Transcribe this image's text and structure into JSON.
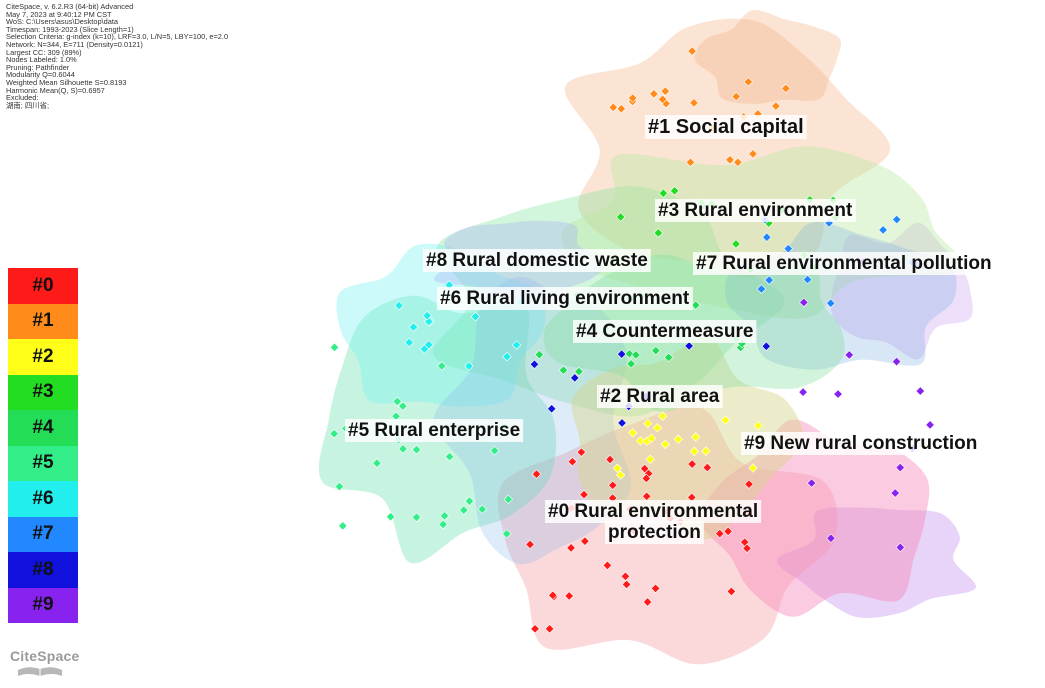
{
  "header_info": [
    "CiteSpace, v. 6.2.R3 (64-bit) Advanced",
    "May 7, 2023 at 9:40:12 PM CST",
    "WoS: C:\\Users\\asus\\Desktop\\data",
    "Timespan: 1993-2023 (Slice Length=1)",
    "Selection Criteria: g-index (k=10), LRF=3.0, L/N=5, LBY=100, e=2.0",
    "Network: N=344, E=711 (Density=0.0121)",
    "Largest CC: 309 (89%)",
    "Nodes Labeled: 1.0%",
    "Pruning: Pathfinder",
    "Modularity Q=0.6044",
    "Weighted Mean Silhouette S=0.8193",
    "Harmonic Mean(Q, S)=0.6957",
    "Excluded:",
    "   湖南; 四川省;"
  ],
  "legend": [
    {
      "label": "#0",
      "color": "#ff1a1a"
    },
    {
      "label": "#1",
      "color": "#ff8c1a"
    },
    {
      "label": "#2",
      "color": "#ffff1a"
    },
    {
      "label": "#3",
      "color": "#22dd22"
    },
    {
      "label": "#4",
      "color": "#22dd55"
    },
    {
      "label": "#5",
      "color": "#33ee88"
    },
    {
      "label": "#6",
      "color": "#22eeee"
    },
    {
      "label": "#7",
      "color": "#2288ff"
    },
    {
      "label": "#8",
      "color": "#1111dd"
    },
    {
      "label": "#9",
      "color": "#8822ee"
    }
  ],
  "logo_text": "CiteSpace",
  "clusters": [
    {
      "id": 0,
      "lines": [
        "#0 Rural environmental",
        "protection"
      ]
    },
    {
      "id": 1,
      "lines": [
        "#1 Social capital"
      ]
    },
    {
      "id": 2,
      "lines": [
        "#2 Rural area"
      ]
    },
    {
      "id": 3,
      "lines": [
        "#3 Rural environment"
      ]
    },
    {
      "id": 4,
      "lines": [
        "#4 Countermeasure"
      ]
    },
    {
      "id": 5,
      "lines": [
        "#5 Rural enterprise"
      ]
    },
    {
      "id": 6,
      "lines": [
        "#6 Rural living environment"
      ]
    },
    {
      "id": 7,
      "lines": [
        "#7 Rural environmental pollution"
      ]
    },
    {
      "id": 8,
      "lines": [
        "#8 Rural domestic waste"
      ]
    },
    {
      "id": 9,
      "lines": [
        "#9 New rural construction"
      ]
    }
  ]
}
